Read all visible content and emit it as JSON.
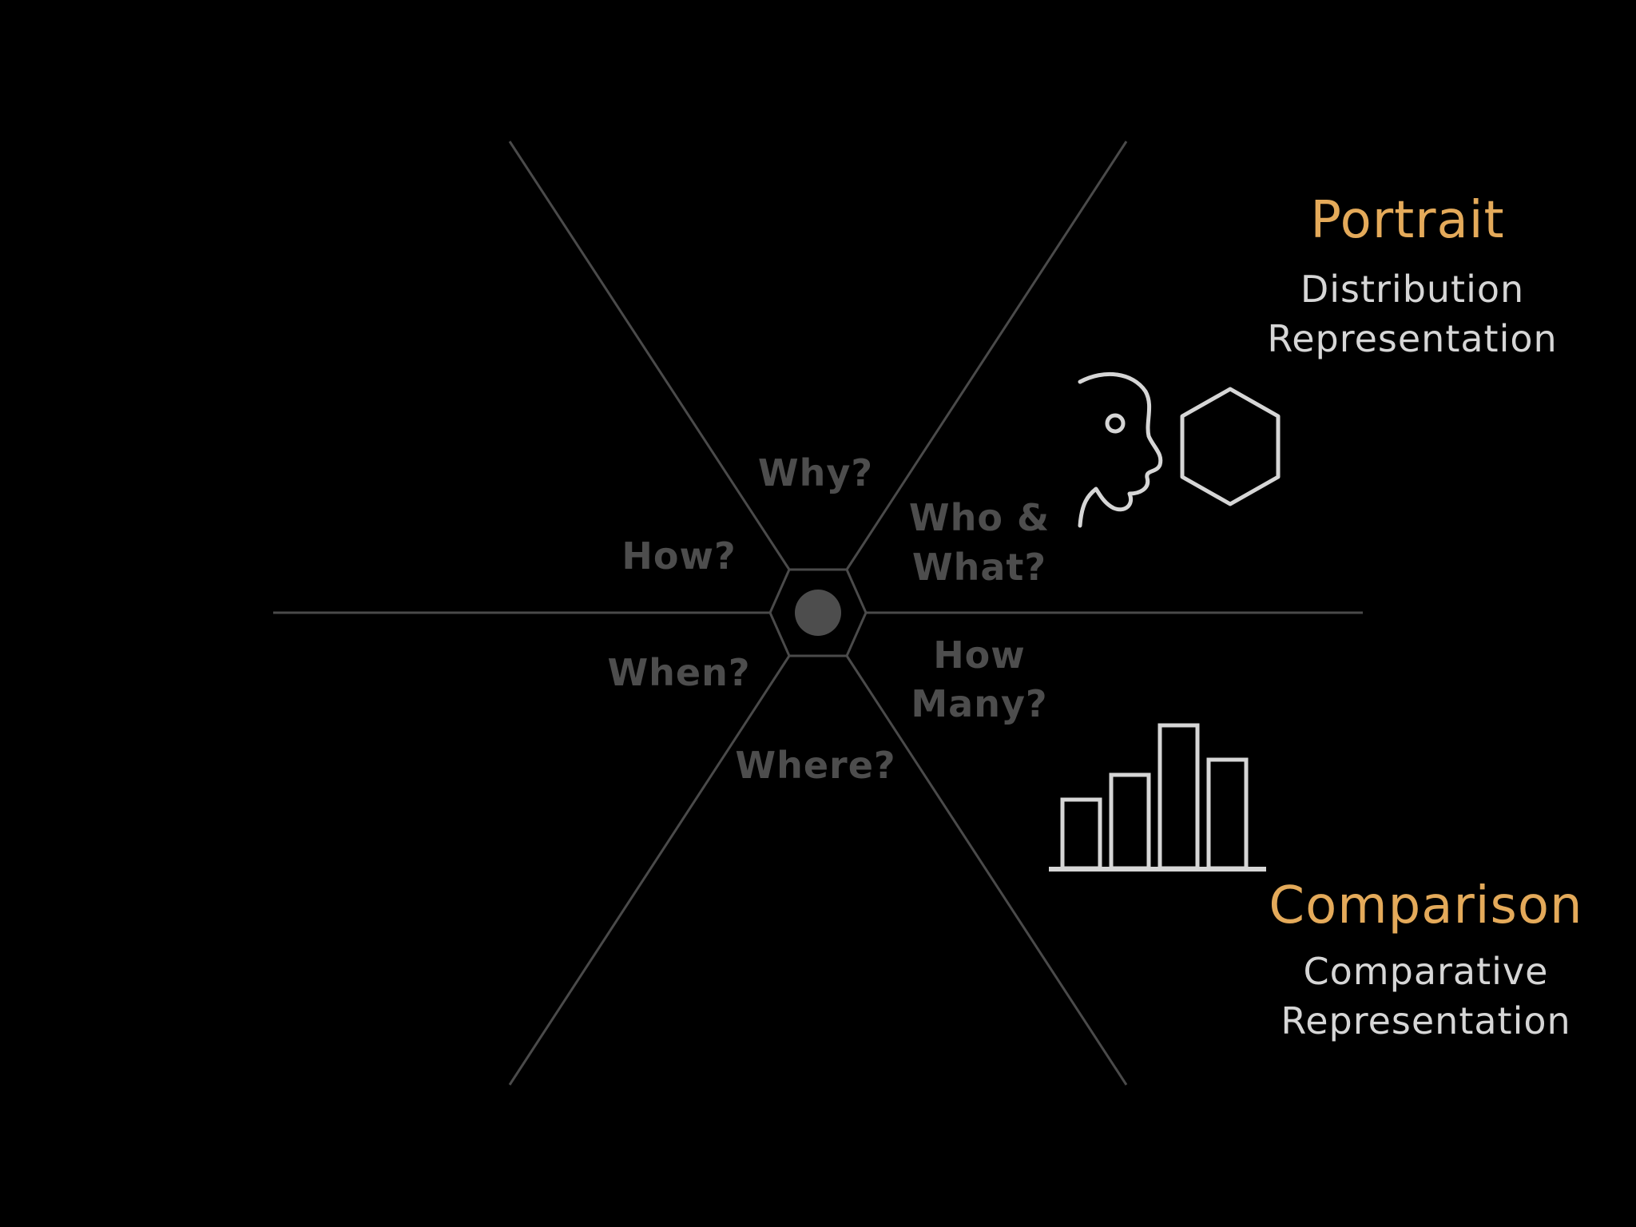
{
  "colors": {
    "background": "#000000",
    "spoke": "#4a4a4a",
    "question_text": "#4d4d4d",
    "hub_fill": "#4d4d4d",
    "accent": "#e4aa5a",
    "light_text": "#d6d6d6",
    "icon_stroke": "#d6d6d6"
  },
  "questions": {
    "why": "Why?",
    "how": "How?",
    "who_what_line1": "Who &",
    "who_what_line2": "What?",
    "when": "When?",
    "how_many_line1": "How",
    "how_many_line2": "Many?",
    "where": "Where?"
  },
  "portrait": {
    "title": "Portrait",
    "subtitle_line1": "Distribution",
    "subtitle_line2": "Representation",
    "icons": [
      "face-profile-icon",
      "hexagon-icon"
    ]
  },
  "comparison": {
    "title": "Comparison",
    "subtitle_line1": "Comparative",
    "subtitle_line2": "Representation",
    "icons": [
      "bar-chart-icon"
    ]
  }
}
